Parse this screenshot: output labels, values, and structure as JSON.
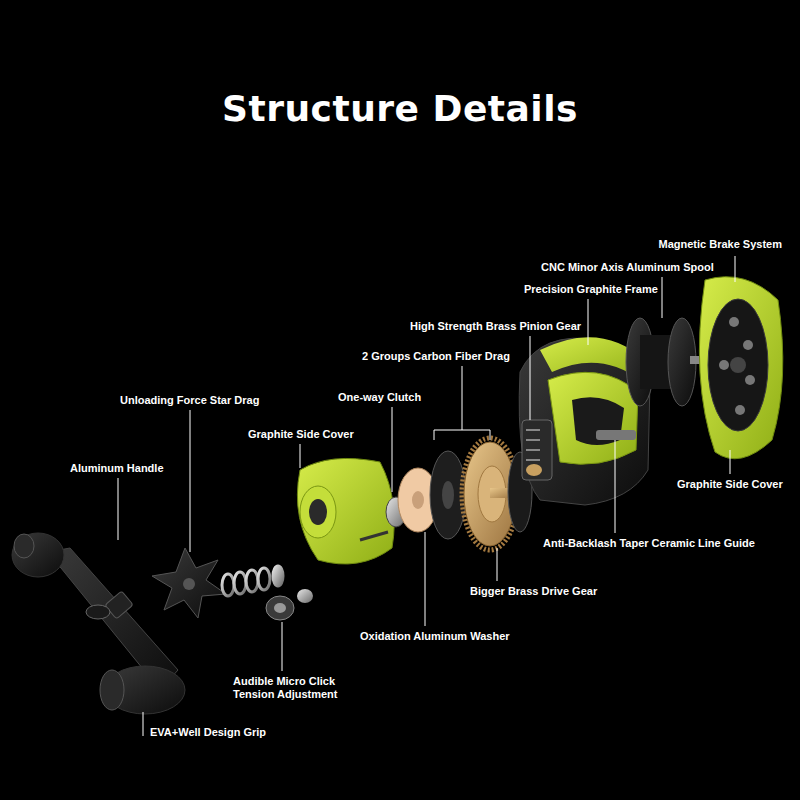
{
  "diagram": {
    "title": "Structure Details",
    "labels": [
      "Magnetic Brake System",
      "CNC Minor Axis Aluminum Spool",
      "Precision Graphite Frame",
      "High Strength Brass Pinion Gear",
      "2 Groups Carbon Fiber Drag",
      "Unloading Force Star Drag",
      "One-way Clutch",
      "Graphite Side Cover",
      "Aluminum Handle",
      "Graphite Side Cover",
      "Anti-Backlash Taper Ceramic Line Guide",
      "Bigger Brass Drive Gear",
      "Oxidation Aluminum Washer",
      "Audible Micro Click Tension Adjustment",
      "EVA+Well Design Grip"
    ]
  }
}
